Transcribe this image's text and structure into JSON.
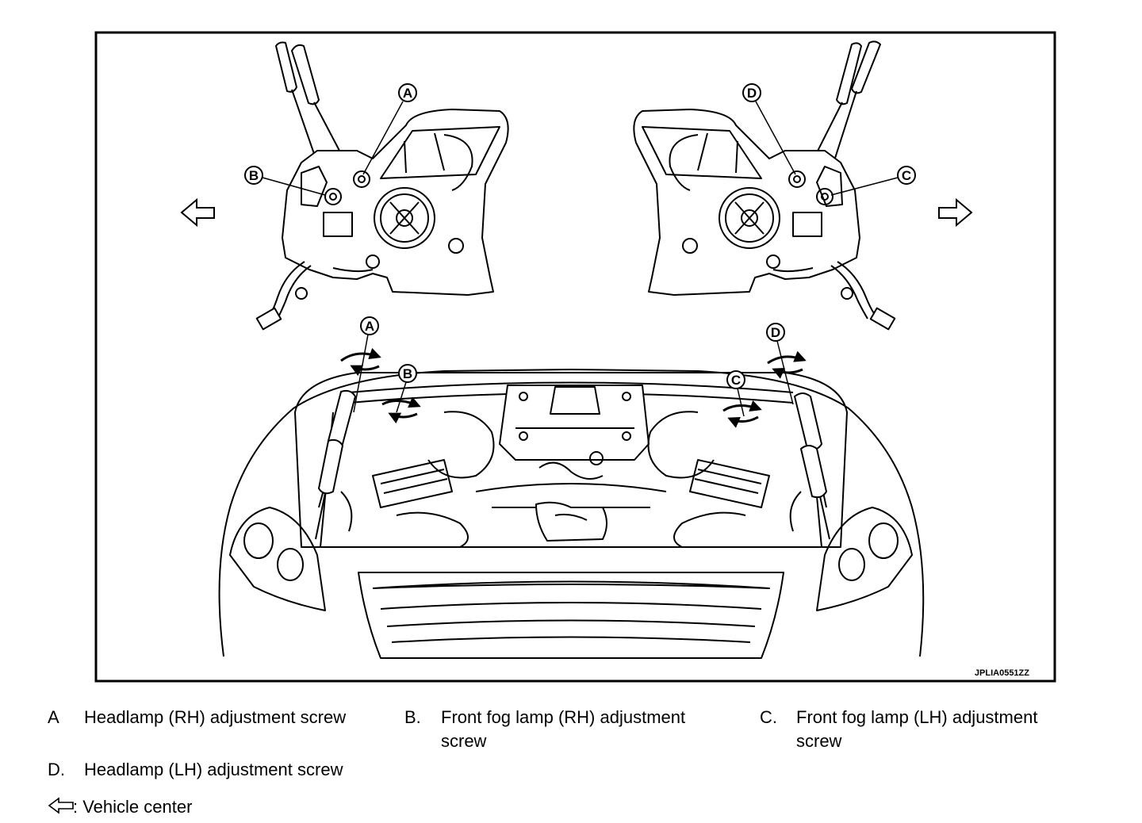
{
  "figure_code": "JPLIA0551ZZ",
  "callouts": {
    "a": "A",
    "b": "B",
    "c": "C",
    "d": "D"
  },
  "legend": {
    "a": {
      "key": "A",
      "text": "Headlamp (RH) adjustment screw"
    },
    "b": {
      "key": "B.",
      "text": "Front fog lamp (RH) adjustment screw"
    },
    "c": {
      "key": "C.",
      "text": "Front fog lamp (LH) adjustment screw"
    },
    "d": {
      "key": "D.",
      "text": "Headlamp (LH) adjustment screw"
    },
    "arrow": {
      "text": ": Vehicle center",
      "icon": "hollow-arrow-left-icon"
    }
  }
}
